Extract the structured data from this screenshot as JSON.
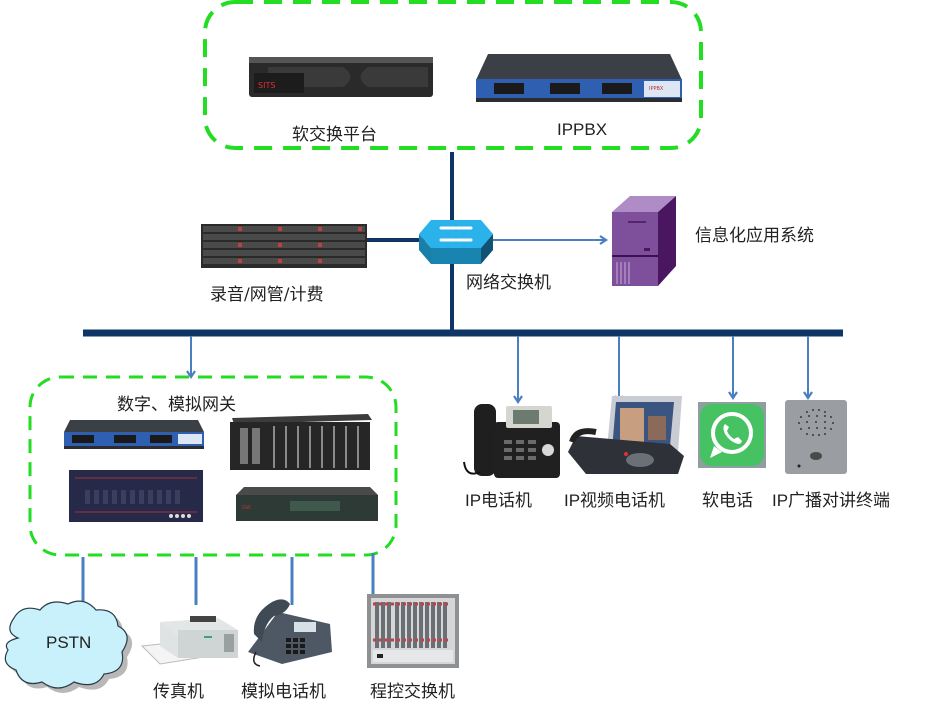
{
  "diagram": {
    "title": "IP communication network topology",
    "core_group": {
      "devices": [
        {
          "id": "softswitch",
          "label": "软交换平台"
        },
        {
          "id": "ippbx",
          "label": "IPPBX"
        }
      ]
    },
    "middle": {
      "recording": {
        "label": "录音/网管/计费"
      },
      "switch": {
        "label": "网络交换机"
      },
      "info_system": {
        "label": "信息化应用系统"
      }
    },
    "gateway_group": {
      "label": "数字、模拟网关"
    },
    "ip_terminals": [
      {
        "id": "ip-phone",
        "label": "IP电话机"
      },
      {
        "id": "ip-video-phone",
        "label": "IP视频电话机"
      },
      {
        "id": "softphone",
        "label": "软电话"
      },
      {
        "id": "ip-broadcast-intercom",
        "label": "IP广播对讲终端"
      }
    ],
    "legacy_devices": [
      {
        "id": "pstn",
        "label": "PSTN"
      },
      {
        "id": "fax",
        "label": "传真机"
      },
      {
        "id": "analog-phone",
        "label": "模拟电话机"
      },
      {
        "id": "pbx",
        "label": "程控交换机"
      }
    ],
    "colors": {
      "group_border": "#22dd22",
      "backbone": "#0d3566",
      "link": "#4a7fc1",
      "switch": "#2aa9e0",
      "server": "#7b4a96"
    }
  }
}
